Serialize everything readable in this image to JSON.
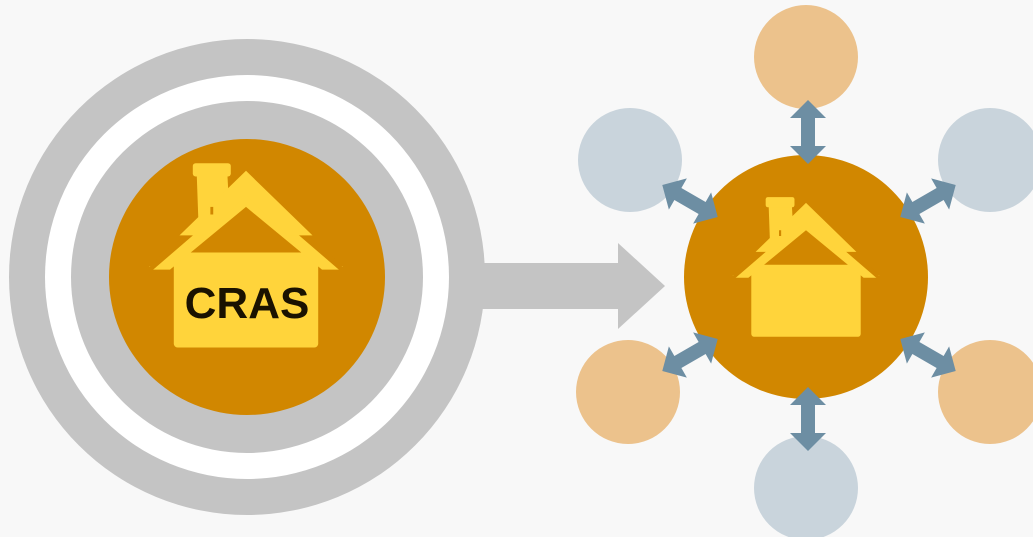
{
  "source": {
    "label": "CRAS"
  },
  "colors": {
    "background": "#f8f8f8",
    "outer_ring": "#c4c4c4",
    "inner_gap": "#ffffff",
    "inner_ring": "#c4c4c4",
    "hub": "#d18700",
    "house": "#ffd43b",
    "house_outline": "#d18700",
    "arrow_main": "#c4c4c4",
    "connector": "#6d8ea3",
    "satellite_orange": "#ecc28c",
    "satellite_blue": "#c9d4dc"
  },
  "satellites": [
    {
      "name": "top",
      "color": "satellite_orange"
    },
    {
      "name": "upper-left",
      "color": "satellite_blue"
    },
    {
      "name": "upper-right",
      "color": "satellite_blue"
    },
    {
      "name": "lower-left",
      "color": "satellite_orange"
    },
    {
      "name": "lower-right",
      "color": "satellite_orange"
    },
    {
      "name": "bottom",
      "color": "satellite_blue"
    }
  ]
}
